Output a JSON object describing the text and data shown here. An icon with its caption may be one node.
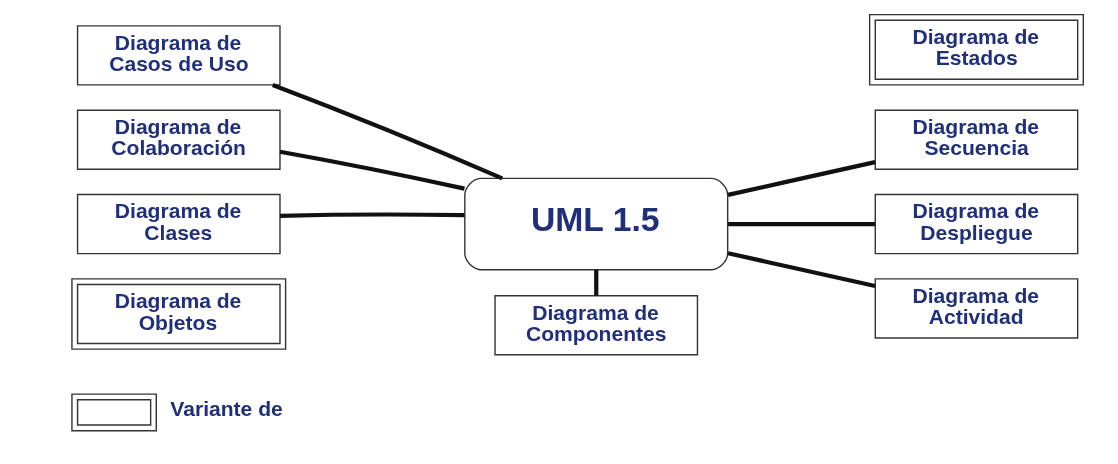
{
  "diagram": {
    "nodes": [
      {
        "text": [
          "UML 1.5"
        ]
      },
      {
        "text": [
          "Diagrama de Componentes"
        ]
      },
      {
        "text": [
          "Diagrama de Casos de Uso"
        ]
      },
      {
        "text": [
          "Diagrama de Secuencia"
        ]
      },
      {
        "text": [
          "Diagrama de Colaboración"
        ]
      },
      {
        "text": [
          "Diagrama de Despliegue"
        ]
      },
      {
        "text": [
          "Diagrama de Clases"
        ]
      },
      {
        "text": [
          "Diagrama de Objetos"
        ]
      },
      {
        "text": [
          "Diagrama de Actividad"
        ]
      },
      {
        "text": [
          "Diagrama de Estados"
        ]
      }
    ],
    "edges": [
      {
        "from": 0,
        "to": 1,
        "arrow": "none"
      },
      {
        "from": 0,
        "to": 2,
        "arrow": "none"
      },
      {
        "from": 0,
        "to": 3,
        "arrow": "none"
      },
      {
        "from": 0,
        "to": 4,
        "arrow": "none"
      },
      {
        "from": 0,
        "to": 5,
        "arrow": "none"
      },
      {
        "from": 0,
        "to": 6,
        "arrow": "none"
      },
      {
        "from": 0,
        "to": 8,
        "arrow": "none"
      }
    ],
    "legend": [
      {
        "text": "Variante de"
      }
    ]
  }
}
